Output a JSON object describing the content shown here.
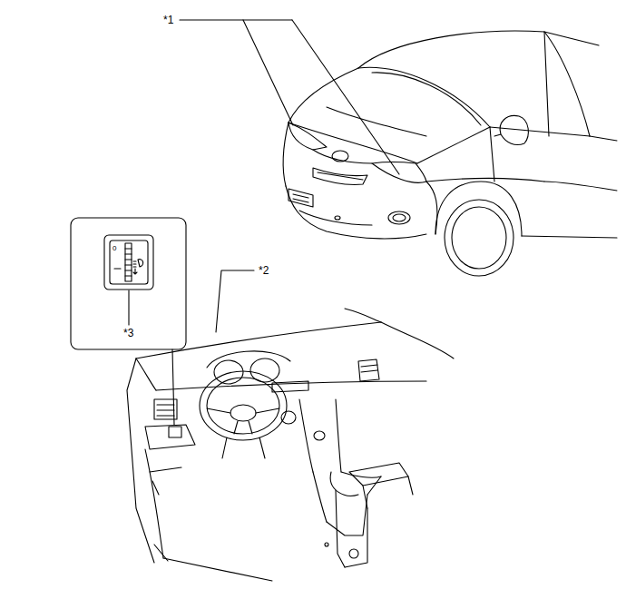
{
  "diagram": {
    "labels": [
      "*1",
      "*2",
      "*3",
      "0"
    ]
  }
}
